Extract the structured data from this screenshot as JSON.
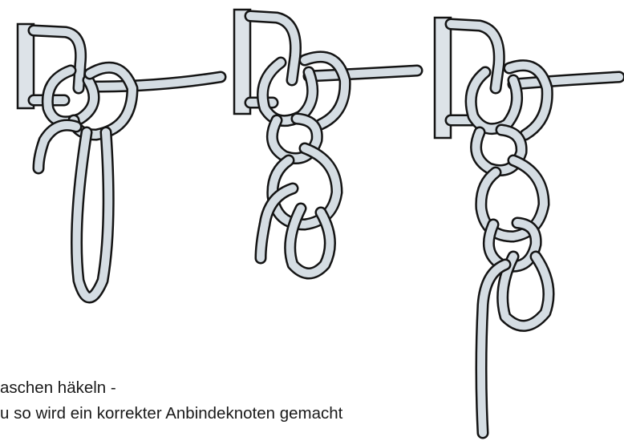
{
  "caption": {
    "line1": "aschen häkeln -",
    "line2": "u so wird ein korrekter Anbindeknoten gemacht"
  },
  "colors": {
    "cord_fill": "#d5dde3",
    "cord_outline": "#141414",
    "bar_fill": "#dde3e8",
    "text": "#1a1a1a",
    "background": "#ffffff"
  },
  "steps": [
    {
      "name": "step-1",
      "extra_links": 0
    },
    {
      "name": "step-2",
      "extra_links": 1
    },
    {
      "name": "step-3",
      "extra_links": 2
    }
  ]
}
